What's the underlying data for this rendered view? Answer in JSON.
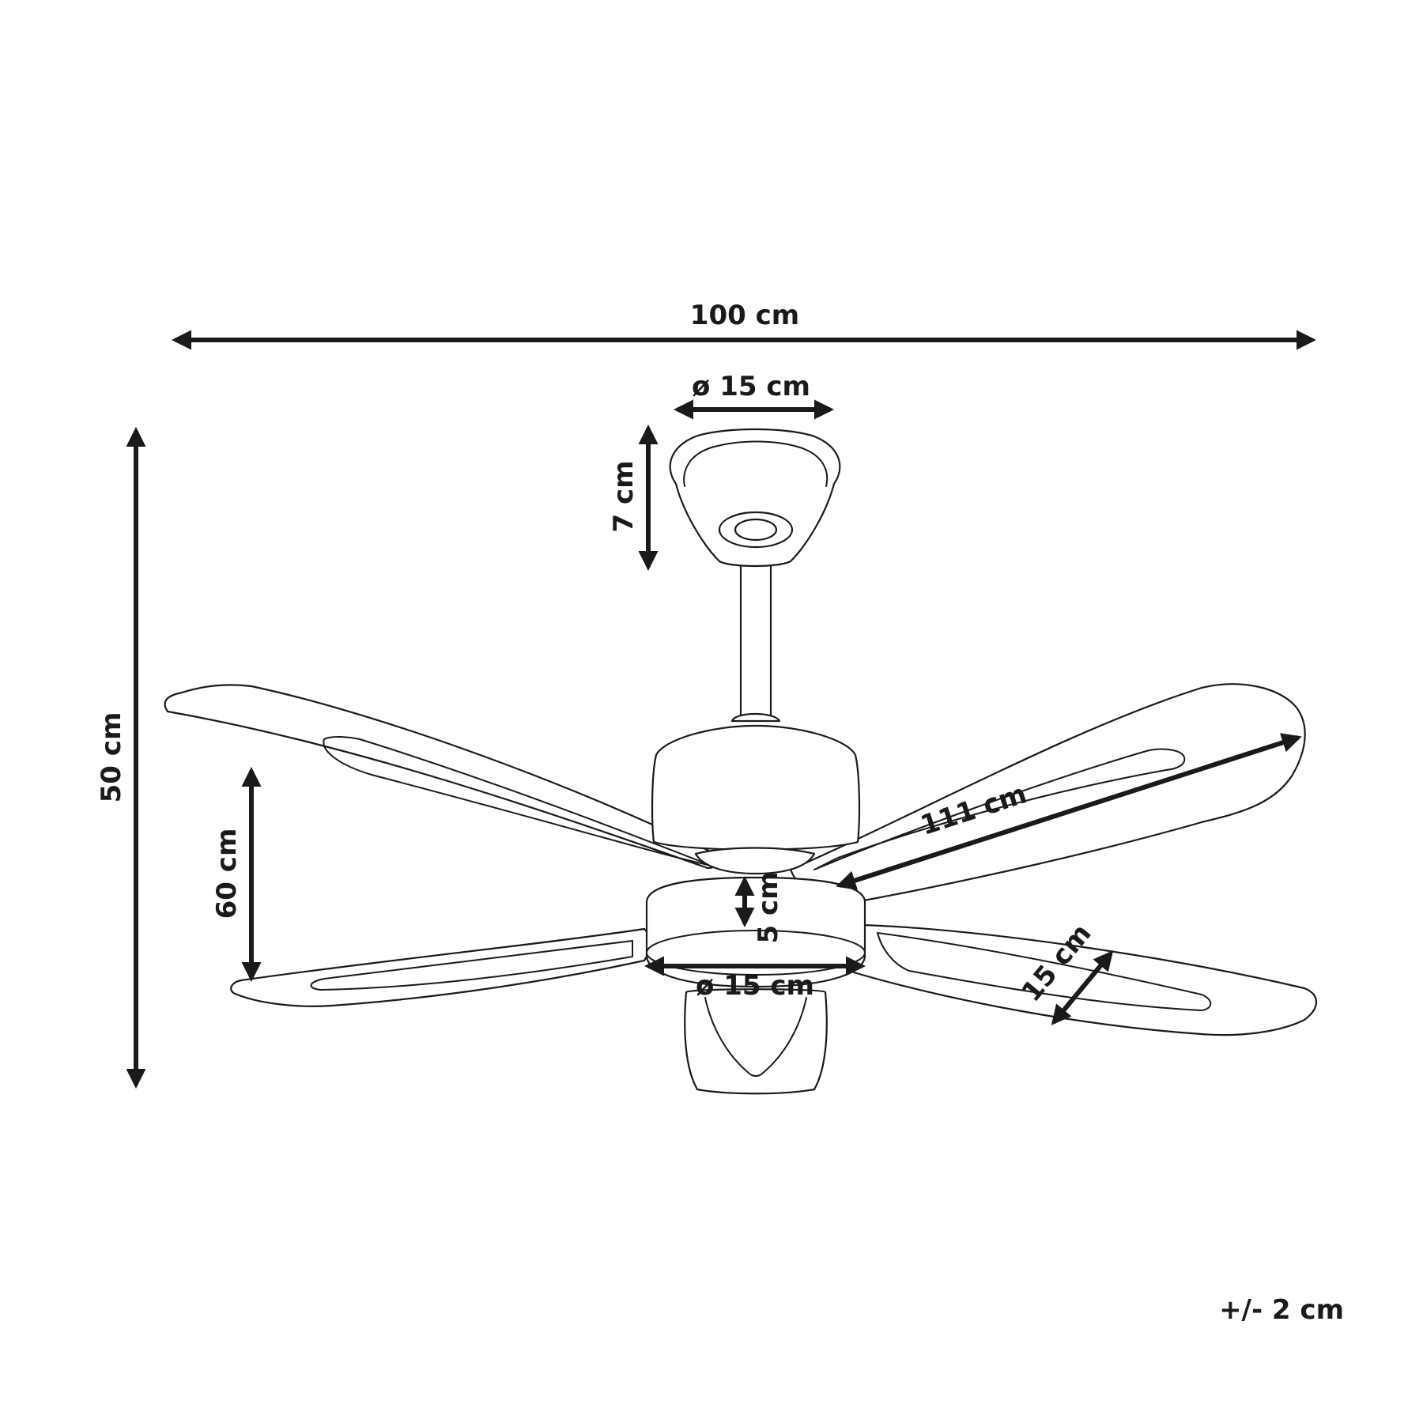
{
  "diagram": {
    "subject": "ceiling fan with light",
    "colors": {
      "line": "#1a1a1a",
      "background": "#ffffff"
    },
    "labels": {
      "total_width": "100 cm",
      "canopy_diameter": "ø 15 cm",
      "canopy_height": "7 cm",
      "total_height": "50 cm",
      "blade_length": "111 cm",
      "blade_depth": "60 cm",
      "light_height": "5 cm",
      "light_diameter": "ø 15 cm",
      "blade_width": "15 cm",
      "tolerance": "+/- 2 cm"
    }
  }
}
